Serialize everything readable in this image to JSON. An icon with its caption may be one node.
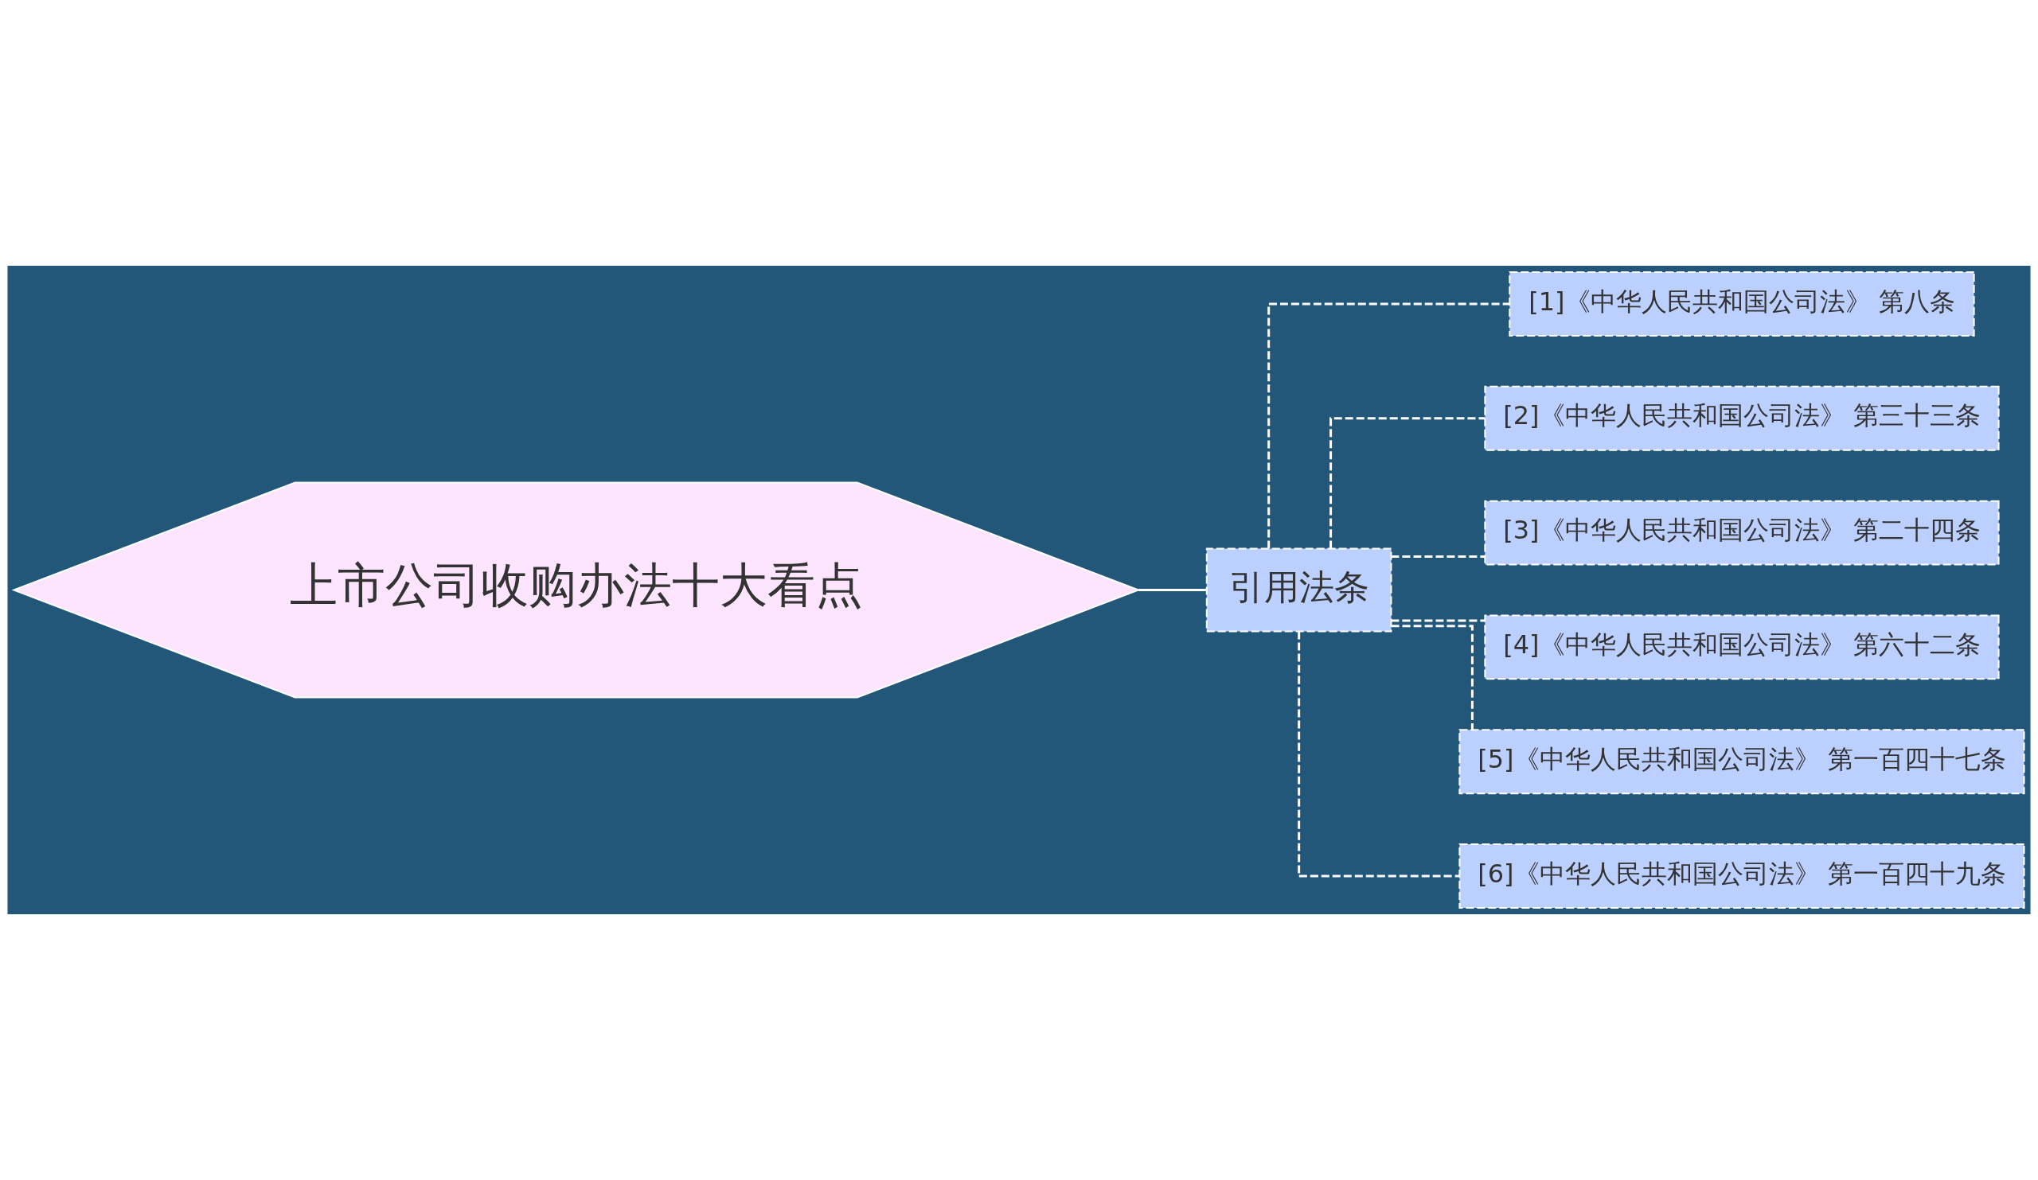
{
  "diagram": {
    "nodes": [
      {
        "text": [
          "上市公司收购办法十大看点"
        ]
      },
      {
        "text": [
          "引用法条"
        ]
      },
      {
        "text": [
          "[1]《中华人民共和国公司法》 第八条"
        ]
      },
      {
        "text": [
          "[2]《中华人民共和国公司法》 第三十三条"
        ]
      },
      {
        "text": [
          "[3]《中华人民共和国公司法》 第二十四条"
        ]
      },
      {
        "text": [
          "[4]《中华人民共和国公司法》 第六十二条"
        ]
      },
      {
        "text": [
          "[5]《中华人民共和国公司法》 第一百四十七条"
        ]
      },
      {
        "text": [
          "[6]《中华人民共和国公司法》 第一百四十九条"
        ]
      }
    ],
    "edges": [
      {
        "from": 0,
        "to": 1,
        "arrow": "none"
      },
      {
        "from": 1,
        "to": 2,
        "arrow": "none",
        "style": "dashed"
      },
      {
        "from": 1,
        "to": 3,
        "arrow": "none",
        "style": "dashed"
      },
      {
        "from": 1,
        "to": 4,
        "arrow": "none",
        "style": "dashed"
      },
      {
        "from": 1,
        "to": 5,
        "arrow": "none",
        "style": "dashed"
      },
      {
        "from": 1,
        "to": 6,
        "arrow": "none",
        "style": "dashed"
      },
      {
        "from": 1,
        "to": 7,
        "arrow": "none",
        "style": "dashed"
      }
    ]
  }
}
